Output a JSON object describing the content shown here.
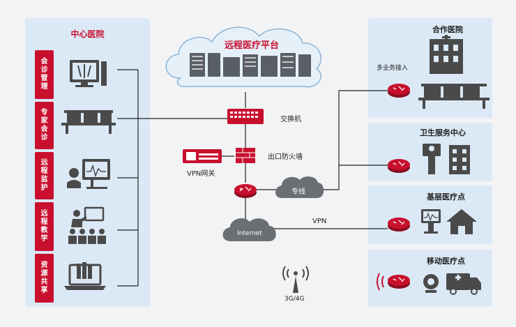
{
  "left_panel": {
    "title": "中心医院",
    "tabs": [
      "会诊管理",
      "专家会诊",
      "远程监护",
      "远程教学",
      "资源共享"
    ]
  },
  "cloud": {
    "title": "远程医疗平台"
  },
  "network": {
    "switch_label": "交换机",
    "firewall_label": "出口防火墙",
    "vpn_gateway_label": "VPN网关",
    "dedicated_line_label": "专线",
    "internet_label": "Internet",
    "vpn_label": "VPN",
    "mobile_label": "3G/4G"
  },
  "right_panels": {
    "partner": {
      "title": "合作医院",
      "sub": "多业务接入"
    },
    "health_center": {
      "title": "卫生服务中心"
    },
    "grassroots": {
      "title": "基层医疗点"
    },
    "mobile": {
      "title": "移动医疗点"
    }
  },
  "colors": {
    "accent": "#c8102e",
    "panel": "#dbe9f6",
    "icon": "#4a4a4a"
  }
}
